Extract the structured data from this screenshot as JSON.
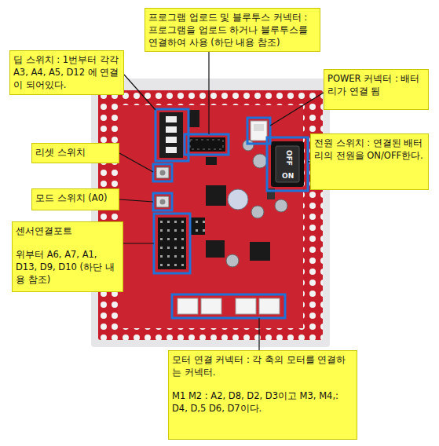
{
  "diagram": {
    "nodes": [
      {
        "text": [
          "프로그램 업로드 및 블루투스 커넥터 : 프로그램을 업로드 하거나 블루투스를 연결하여 사용 (하단 내용 참조)"
        ]
      },
      {
        "text": [
          "딥 스위치 : 1번부터 각각 A3, A4, A5, D12 에 연결이 되어있다."
        ]
      },
      {
        "text": [
          "POWER 커넥터 : 배터리가 연결 됨"
        ]
      },
      {
        "text": [
          "전원 스위치 : 연결된 배터리의 전원을 ON/OFF한다."
        ]
      },
      {
        "text": [
          "리셋 스위치"
        ]
      },
      {
        "text": [
          "모드 스위치 (A0)"
        ]
      },
      {
        "text": [
          "센서연결포트",
          "위부터 A6, A7, A1, D13, D9, D10 (하단 내용 참조)"
        ]
      },
      {
        "text": [
          "모터 연결 커넥터 : 각 축의 모터를 연결하는 커넥터.",
          "M1 M2 : A2, D8, D2, D3이고 M3, M4,: D4, D,5 D6, D7이다."
        ]
      }
    ],
    "labels": [
      "OFF",
      "ON"
    ]
  }
}
